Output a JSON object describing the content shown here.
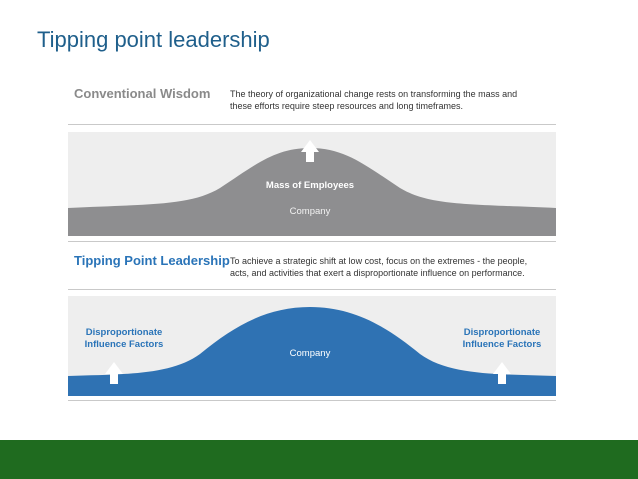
{
  "slide": {
    "title": "Tipping point leadership"
  },
  "conventional": {
    "heading": "Conventional Wisdom",
    "description_line1": "The theory of organizational change rests on transforming the mass and",
    "description_line2": "these efforts require steep resources and long timeframes.",
    "mass_label": "Mass of Employees",
    "company_label": "Company",
    "color": "#8e8e90"
  },
  "tipping": {
    "heading": "Tipping Point Leadership",
    "description_line1": "To achieve a strategic shift at low cost, focus on the extremes - the people,",
    "description_line2": "acts, and activities that exert a disproportionate influence on performance.",
    "company_label": "Company",
    "left_factor_line1": "Disproportionate",
    "left_factor_line2": "Influence Factors",
    "right_factor_line1": "Disproportionate",
    "right_factor_line2": "Influence Factors",
    "color": "#2f72b3"
  },
  "footer": {
    "color": "#1f6b1f"
  }
}
